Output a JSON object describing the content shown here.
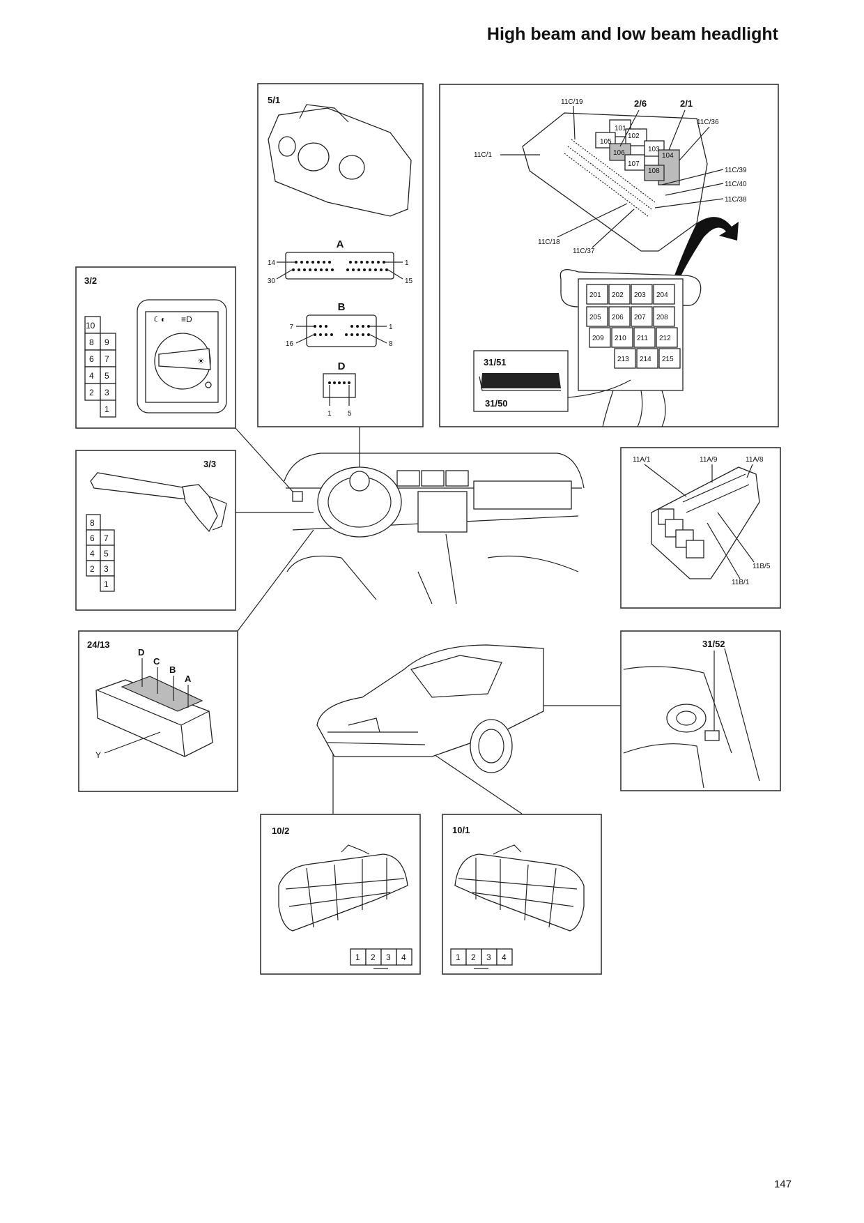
{
  "title": "High beam and low beam headlight",
  "page_number": "147",
  "panels": {
    "instrument": {
      "id": "5/1",
      "connectors": {
        "A": {
          "label": "A",
          "pins": [
            "14",
            "1",
            "30",
            "15"
          ]
        },
        "B": {
          "label": "B",
          "pins": [
            "7",
            "1",
            "16",
            "8"
          ]
        },
        "D": {
          "label": "D",
          "pins": [
            "1",
            "5"
          ]
        }
      }
    },
    "fusebox": {
      "refs": [
        "2/6",
        "2/1"
      ],
      "callouts": [
        "11C/19",
        "11C/36",
        "11C/1",
        "11C/39",
        "11C/40",
        "11C/38",
        "11C/18",
        "11C/37"
      ],
      "relays_top": [
        "101",
        "102",
        "103",
        "104",
        "105",
        "106",
        "107",
        "108"
      ],
      "relays_bottom": [
        "201",
        "202",
        "203",
        "204",
        "205",
        "206",
        "207",
        "208",
        "209",
        "210",
        "211",
        "212",
        "213",
        "214",
        "215"
      ],
      "inset": {
        "top": "31/51",
        "bottom": "31/50"
      }
    },
    "light_switch": {
      "id": "3/2",
      "pins": [
        "10",
        "8",
        "9",
        "6",
        "7",
        "4",
        "5",
        "2",
        "3",
        "1"
      ]
    },
    "stalk_switch": {
      "id": "3/3",
      "pins": [
        "8",
        "6",
        "7",
        "4",
        "5",
        "2",
        "3",
        "1"
      ]
    },
    "relay_box": {
      "callouts": [
        "11A/1",
        "11A/9",
        "11A/8",
        "11B/5",
        "11B/1"
      ]
    },
    "central_unit": {
      "id": "24/13",
      "callouts": [
        "D",
        "C",
        "B",
        "A",
        "Y"
      ]
    },
    "ground": {
      "id": "31/52"
    },
    "headlight_left": {
      "id": "10/2",
      "pins": [
        "1",
        "2",
        "3",
        "4"
      ]
    },
    "headlight_right": {
      "id": "10/1",
      "pins": [
        "1",
        "2",
        "3",
        "4"
      ]
    }
  }
}
